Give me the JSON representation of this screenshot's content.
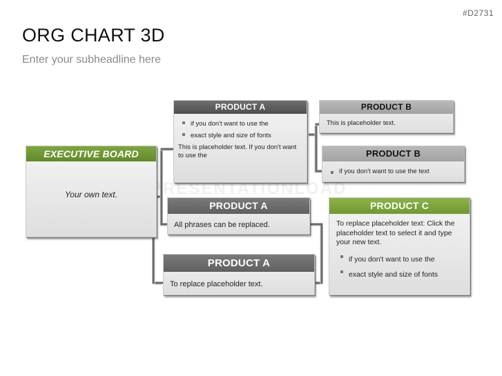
{
  "slide_id": "#D2731",
  "title": "ORG CHART 3D",
  "subtitle": "Enter your subheadline here",
  "watermark": "PRESENTATIONLOAD",
  "executive": {
    "header": "EXECUTIVE BOARD",
    "text": "Your own text."
  },
  "product_a_top": {
    "header": "PRODUCT A",
    "bullets": [
      "if you don't want to use the",
      "exact style and size of fonts"
    ],
    "text": "This is placeholder text. If you don't want to use the"
  },
  "product_b_top": {
    "header": "PRODUCT B",
    "text": "This is placeholder text."
  },
  "product_b_bottom": {
    "header": "PRODUCT B",
    "bullets": [
      "if you don't want to use the text"
    ]
  },
  "product_a_mid": {
    "header": "PRODUCT A",
    "text": "All phrases can be replaced."
  },
  "product_c": {
    "header": "PRODUCT C",
    "text": "To replace placeholder text: Click the placeholder text to select it and type your new text.",
    "bullets": [
      "if you don't want to use the",
      "exact style and size of fonts"
    ]
  },
  "product_a_bottom": {
    "header": "PRODUCT A",
    "text": "To replace placeholder text."
  },
  "colors": {
    "green": "#7ea63f",
    "dark_gray": "#5a5a5a",
    "light_gray": "#b0b0b0"
  }
}
